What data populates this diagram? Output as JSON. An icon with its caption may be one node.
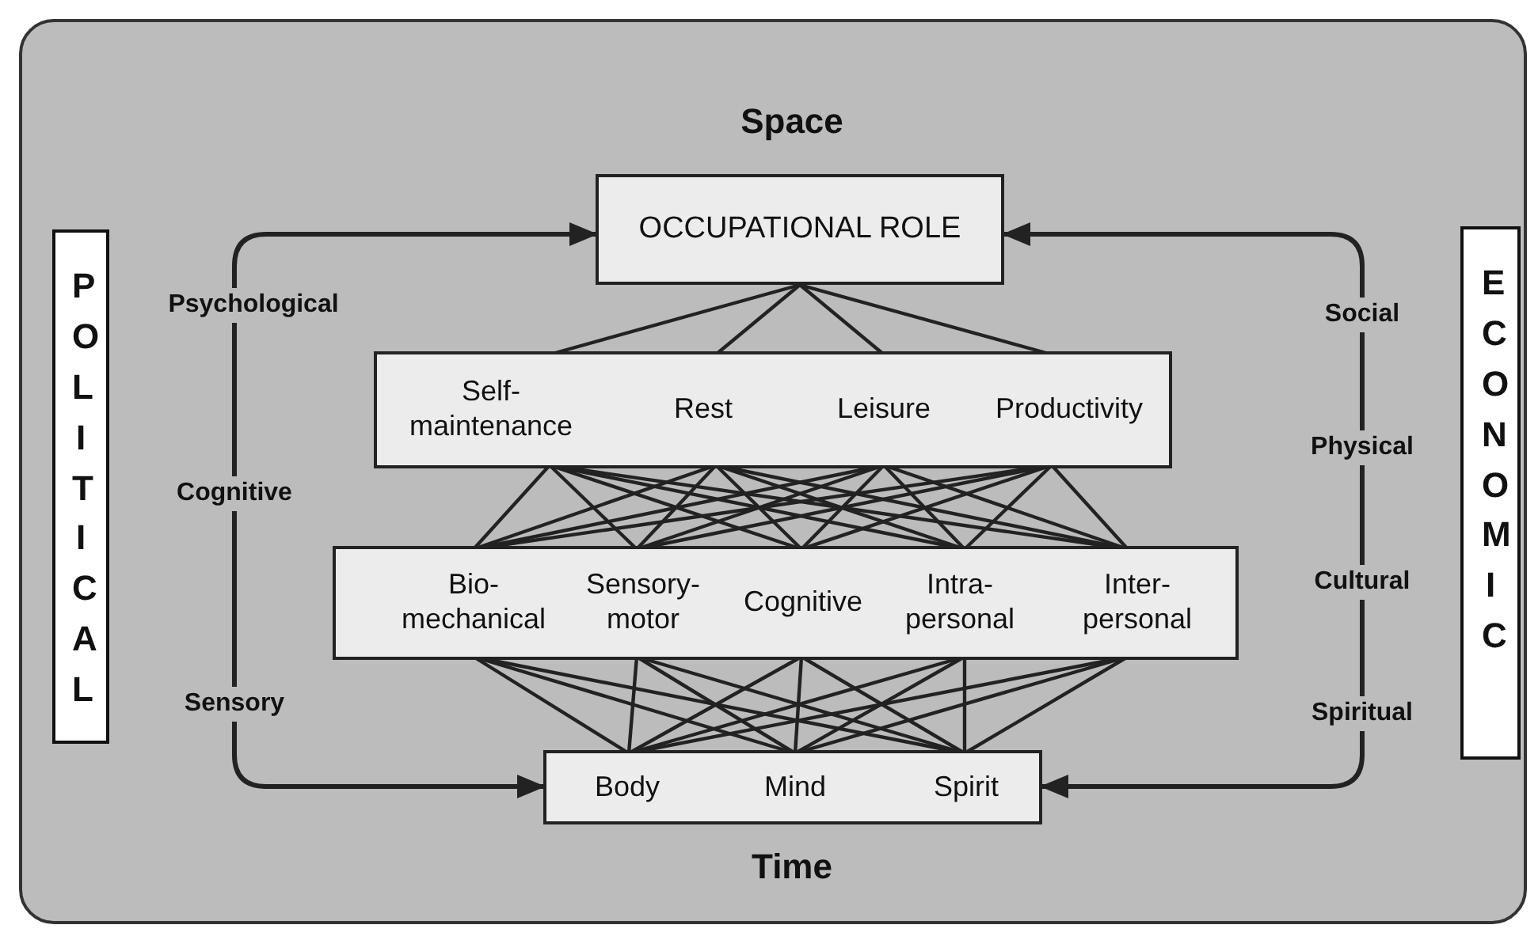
{
  "diagram": {
    "nodes": [
      {
        "text": [
          "OCCUPATIONAL ROLE"
        ]
      },
      {
        "text": [],
        "shape": "box"
      },
      {
        "text": [
          "Self- maintenance"
        ],
        "in": 1
      },
      {
        "text": [
          "Rest"
        ],
        "in": 1
      },
      {
        "text": [
          "Leisure"
        ],
        "in": 1
      },
      {
        "text": [
          "Productivity"
        ],
        "in": 1
      },
      {
        "text": [],
        "shape": "box"
      },
      {
        "text": [
          "Bio- mechanical"
        ],
        "in": 6
      },
      {
        "text": [
          "Sensory- motor"
        ],
        "in": 6
      },
      {
        "text": [
          "Cognitive"
        ],
        "in": 6
      },
      {
        "text": [
          "Intra- personal"
        ],
        "in": 6
      },
      {
        "text": [
          "Inter- personal"
        ],
        "in": 6
      },
      {
        "text": [],
        "shape": "box"
      },
      {
        "text": [
          "Body"
        ],
        "in": 12
      },
      {
        "text": [
          "Mind"
        ],
        "in": 12
      },
      {
        "text": [
          "Spirit"
        ],
        "in": 12
      },
      {
        "text": [
          "POLITICAL"
        ]
      },
      {
        "text": [
          "ECONOMIC"
        ]
      }
    ],
    "edges": [
      {
        "from": 0,
        "to": 2,
        "arrow": "none"
      },
      {
        "from": 0,
        "to": 3,
        "arrow": "none"
      },
      {
        "from": 0,
        "to": 4,
        "arrow": "none"
      },
      {
        "from": 0,
        "to": 5,
        "arrow": "none"
      },
      {
        "from": 2,
        "to": 7,
        "arrow": "none"
      },
      {
        "from": 2,
        "to": 8,
        "arrow": "none"
      },
      {
        "from": 2,
        "to": 9,
        "arrow": "none"
      },
      {
        "from": 2,
        "to": 10,
        "arrow": "none"
      },
      {
        "from": 2,
        "to": 11,
        "arrow": "none"
      },
      {
        "from": 3,
        "to": 7,
        "arrow": "none"
      },
      {
        "from": 3,
        "to": 8,
        "arrow": "none"
      },
      {
        "from": 3,
        "to": 9,
        "arrow": "none"
      },
      {
        "from": 3,
        "to": 10,
        "arrow": "none"
      },
      {
        "from": 3,
        "to": 11,
        "arrow": "none"
      },
      {
        "from": 4,
        "to": 7,
        "arrow": "none"
      },
      {
        "from": 4,
        "to": 8,
        "arrow": "none"
      },
      {
        "from": 4,
        "to": 9,
        "arrow": "none"
      },
      {
        "from": 4,
        "to": 10,
        "arrow": "none"
      },
      {
        "from": 4,
        "to": 11,
        "arrow": "none"
      },
      {
        "from": 5,
        "to": 7,
        "arrow": "none"
      },
      {
        "from": 5,
        "to": 8,
        "arrow": "none"
      },
      {
        "from": 5,
        "to": 9,
        "arrow": "none"
      },
      {
        "from": 5,
        "to": 10,
        "arrow": "none"
      },
      {
        "from": 5,
        "to": 11,
        "arrow": "none"
      },
      {
        "from": 7,
        "to": 13,
        "arrow": "none"
      },
      {
        "from": 7,
        "to": 14,
        "arrow": "none"
      },
      {
        "from": 7,
        "to": 15,
        "arrow": "none"
      },
      {
        "from": 8,
        "to": 13,
        "arrow": "none"
      },
      {
        "from": 8,
        "to": 14,
        "arrow": "none"
      },
      {
        "from": 8,
        "to": 15,
        "arrow": "none"
      },
      {
        "from": 9,
        "to": 13,
        "arrow": "none"
      },
      {
        "from": 9,
        "to": 14,
        "arrow": "none"
      },
      {
        "from": 9,
        "to": 15,
        "arrow": "none"
      },
      {
        "from": 10,
        "to": 13,
        "arrow": "none"
      },
      {
        "from": 10,
        "to": 14,
        "arrow": "none"
      },
      {
        "from": 10,
        "to": 15,
        "arrow": "none"
      },
      {
        "from": 11,
        "to": 13,
        "arrow": "none"
      },
      {
        "from": 11,
        "to": 14,
        "arrow": "none"
      },
      {
        "from": 11,
        "to": 15,
        "arrow": "none"
      },
      {
        "from": 12,
        "to": 0,
        "arrow": "both"
      },
      {
        "from": 12,
        "to": 0,
        "arrow": "both"
      }
    ],
    "labels": [
      "Space",
      "Psychological",
      "Cognitive",
      "Sensory",
      "Social",
      "Physical",
      "Cultural",
      "Spiritual",
      "Time"
    ]
  }
}
